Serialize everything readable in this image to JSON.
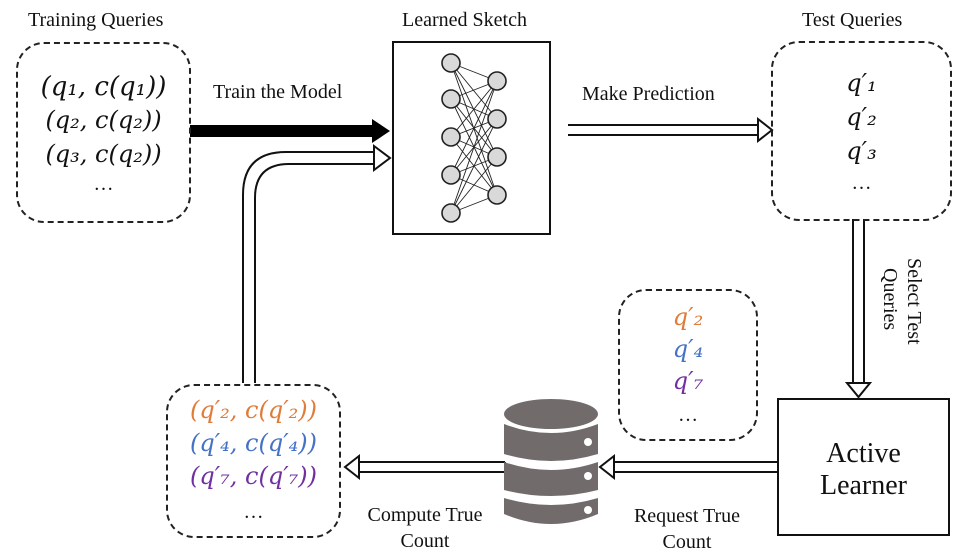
{
  "title_labels": {
    "training_queries": "Training Queries",
    "learned_sketch": "Learned Sketch",
    "test_queries": "Test Queries"
  },
  "edge_labels": {
    "train_model": "Train the Model",
    "make_prediction": "Make Prediction",
    "select_test_queries_line1": "Select Test",
    "select_test_queries_line2": "Queries",
    "request_true_count_line1": "Request True",
    "request_true_count_line2": "Count",
    "compute_true_count_line1": "Compute True",
    "compute_true_count_line2": "Count"
  },
  "training_box": {
    "items": [
      "(q₁, c(q₁))",
      "(q₂, c(q₂))",
      "(q₃, c(q₂))",
      "…"
    ]
  },
  "test_box": {
    "items": [
      "q′₁",
      "q′₂",
      "q′₃",
      "…"
    ]
  },
  "selected_box": {
    "items": [
      {
        "text": "q′₂",
        "color": "#E07B39"
      },
      {
        "text": "q′₄",
        "color": "#4472C4"
      },
      {
        "text": "q′₇",
        "color": "#7030A0"
      },
      {
        "text": "…",
        "color": "#111111"
      }
    ]
  },
  "labeled_box": {
    "items": [
      {
        "text": "(q′₂, c(q′₂))",
        "color": "#E07B39"
      },
      {
        "text": "(q′₄, c(q′₄))",
        "color": "#4472C4"
      },
      {
        "text": "(q′₇, c(q′₇))",
        "color": "#7030A0"
      },
      {
        "text": "…",
        "color": "#111111"
      }
    ]
  },
  "active_learner": {
    "line1": "Active",
    "line2": "Learner"
  },
  "icons": {
    "database": "database-icon",
    "neural_net": "neural-network-icon"
  }
}
